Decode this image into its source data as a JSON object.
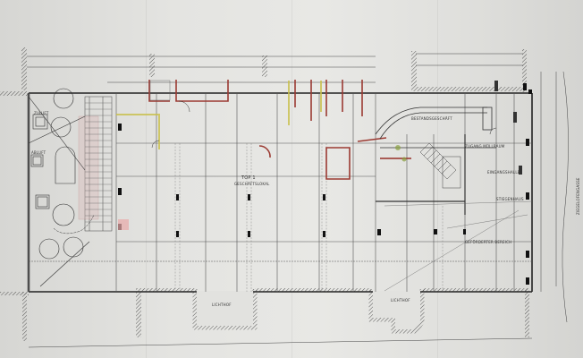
{
  "drawing": {
    "type": "architectural-floor-plan",
    "main_unit_label": "TOP 1",
    "main_unit_use": "GESCHÄFTSLOKAL",
    "light_wells": [
      {
        "label": "LICHTHOF"
      },
      {
        "label": "LICHTHOF"
      }
    ],
    "rooms": [
      {
        "label": "ZULUFT"
      },
      {
        "label": "ABLUFT"
      },
      {
        "label": "ZUGANG MÜLLRAUM"
      },
      {
        "label": "STIEGENHAUS"
      },
      {
        "label": "EINGANGSHALLE"
      },
      {
        "label": "BESTANDSGESCHÄFT"
      },
      {
        "label": "GEFÖRDERTER BEREICH"
      }
    ],
    "street_label": "ZIEGELOFENGASSE",
    "colors": {
      "paper": "#e4e4e1",
      "line": "#2a2a2a",
      "wall_red": "#9b3a32",
      "highlight_yellow": "#c9c04a",
      "stair_pink": "#d69a9a"
    }
  }
}
